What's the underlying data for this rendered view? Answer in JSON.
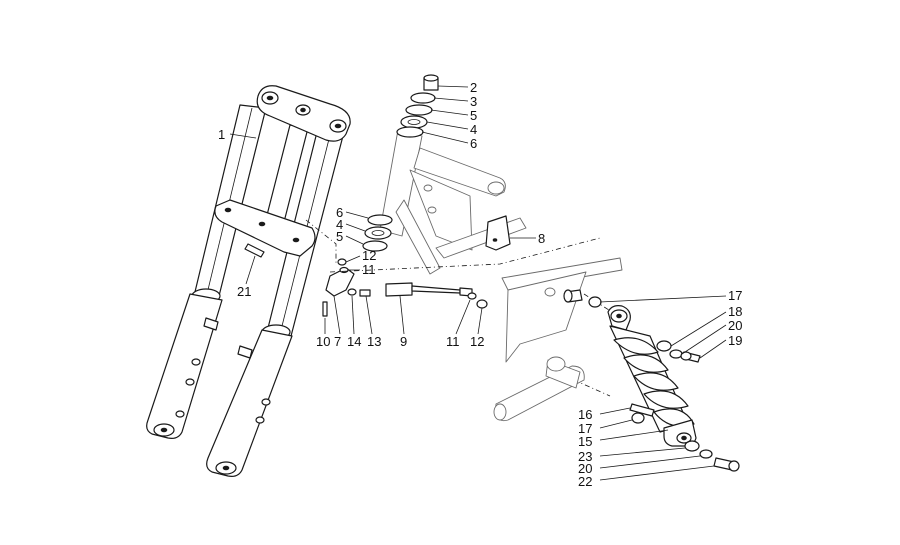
{
  "callouts": [
    {
      "id": "c1",
      "text": "1"
    },
    {
      "id": "c2",
      "text": "2"
    },
    {
      "id": "c3",
      "text": "3"
    },
    {
      "id": "c5a",
      "text": "5"
    },
    {
      "id": "c4a",
      "text": "4"
    },
    {
      "id": "c6a",
      "text": "6"
    },
    {
      "id": "c6b",
      "text": "6"
    },
    {
      "id": "c4b",
      "text": "4"
    },
    {
      "id": "c5b",
      "text": "5"
    },
    {
      "id": "c8",
      "text": "8"
    },
    {
      "id": "c12a",
      "text": "12"
    },
    {
      "id": "c11a",
      "text": "11"
    },
    {
      "id": "c21",
      "text": "21"
    },
    {
      "id": "c10",
      "text": "10"
    },
    {
      "id": "c7",
      "text": "7"
    },
    {
      "id": "c14",
      "text": "14"
    },
    {
      "id": "c13",
      "text": "13"
    },
    {
      "id": "c9",
      "text": "9"
    },
    {
      "id": "c11b",
      "text": "11"
    },
    {
      "id": "c12b",
      "text": "12"
    },
    {
      "id": "c17a",
      "text": "17"
    },
    {
      "id": "c18",
      "text": "18"
    },
    {
      "id": "c20a",
      "text": "20"
    },
    {
      "id": "c19",
      "text": "19"
    },
    {
      "id": "c16",
      "text": "16"
    },
    {
      "id": "c17b",
      "text": "17"
    },
    {
      "id": "c15",
      "text": "15"
    },
    {
      "id": "c23",
      "text": "23"
    },
    {
      "id": "c20b",
      "text": "20"
    },
    {
      "id": "c22",
      "text": "22"
    }
  ]
}
